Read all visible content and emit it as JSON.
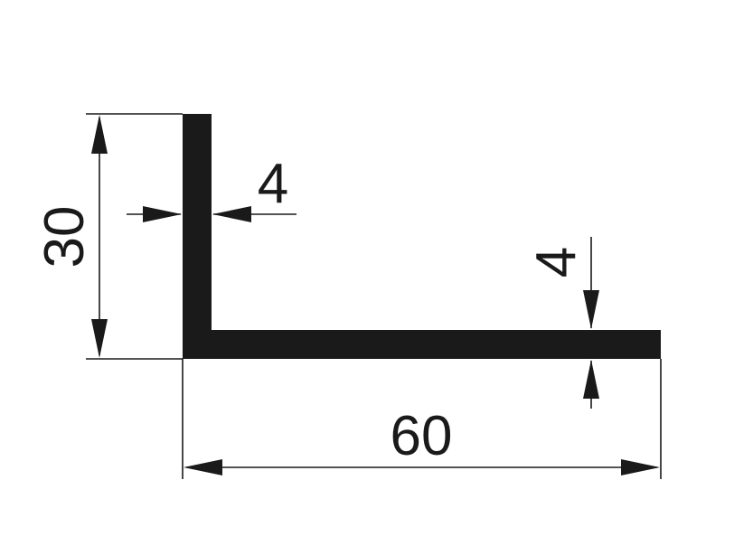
{
  "drawing": {
    "colors": {
      "profile": "#1a1a1a",
      "lines": "#1a1a1a",
      "background": "#ffffff"
    },
    "dimensions": {
      "height": "30",
      "width": "60",
      "vertical_thickness": "4",
      "horizontal_thickness": "4"
    }
  }
}
